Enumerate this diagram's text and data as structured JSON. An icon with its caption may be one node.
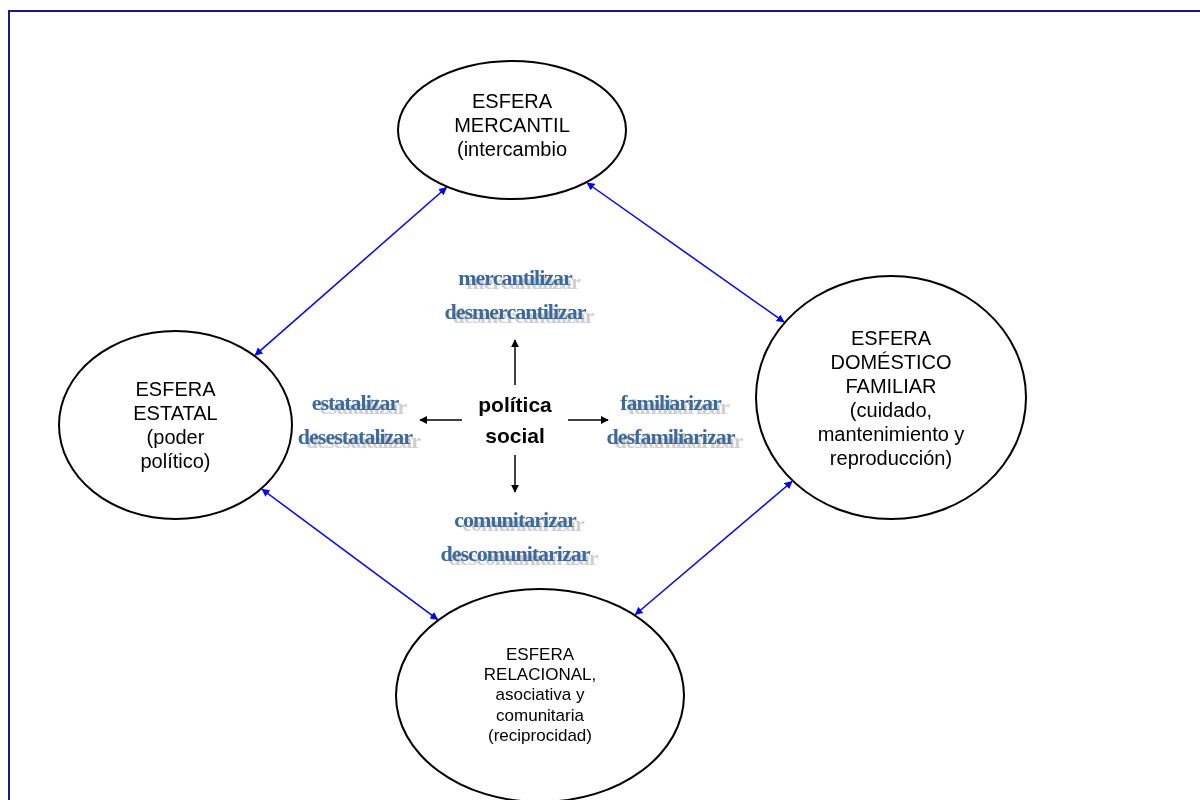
{
  "diagram": {
    "nodes": [
      {
        "text": [
          "ESFERA MERCANTIL (intercambio"
        ]
      },
      {
        "text": [
          "ESFERA ESTATAL (poder político)"
        ]
      },
      {
        "text": [
          "política social"
        ]
      },
      {
        "text": [
          "mercantilizar",
          "desmercantilizar"
        ]
      },
      {
        "text": [
          "estatalizar",
          "desestatalizar"
        ]
      },
      {
        "text": [
          "familiarizar",
          "desfamiliarizar"
        ]
      },
      {
        "text": [
          "comunitarizar",
          "descomunitarizar"
        ]
      },
      {
        "text": [
          "ESFERA DOMÉSTICO FAMILIAR (cuidado, mantenimiento y reproducción)"
        ]
      },
      {
        "text": [
          "ESFERA RELACIONAL, asociativa y comunitaria (reciprocidad)"
        ]
      }
    ],
    "edges": [
      {
        "from": 0,
        "to": 1,
        "arrow": "both",
        "color": "#0000ff"
      },
      {
        "from": 0,
        "to": 7,
        "arrow": "both",
        "color": "#0000ff"
      },
      {
        "from": 1,
        "to": 8,
        "arrow": "both",
        "color": "#0000ff"
      },
      {
        "from": 7,
        "to": 8,
        "arrow": "both",
        "color": "#0000ff"
      },
      {
        "from": 2,
        "to": 3,
        "arrow": "to",
        "color": "#000000"
      },
      {
        "from": 2,
        "to": 4,
        "arrow": "to",
        "color": "#000000"
      },
      {
        "from": 2,
        "to": 5,
        "arrow": "to",
        "color": "#000000"
      },
      {
        "from": 2,
        "to": 6,
        "arrow": "to",
        "color": "#000000"
      }
    ]
  }
}
